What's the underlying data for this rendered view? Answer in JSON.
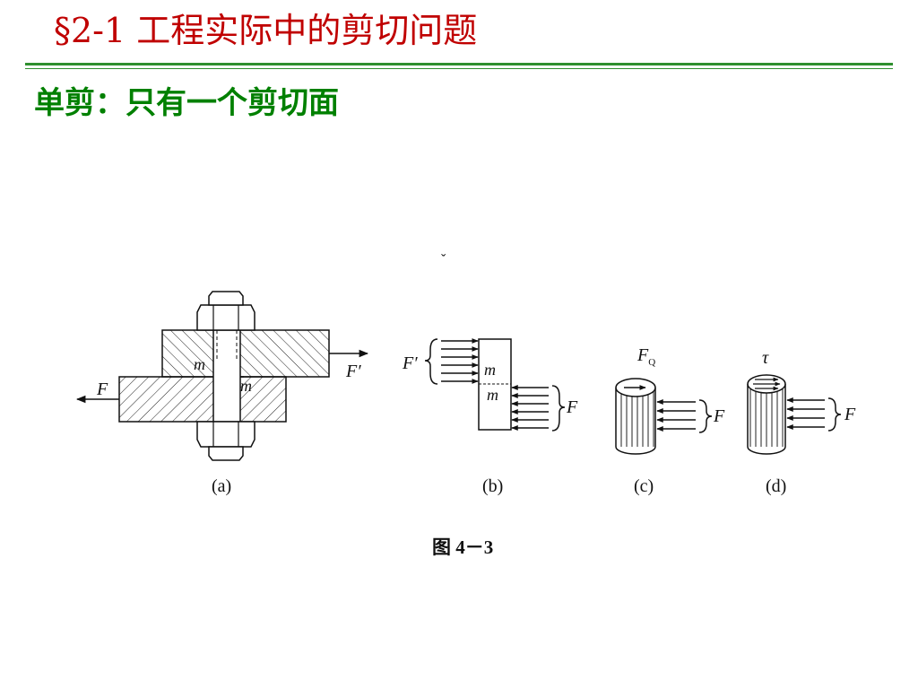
{
  "slide": {
    "title": "§2-1 工程实际中的剪切问题",
    "subtitle": "单剪：只有一个剪切面",
    "colors": {
      "title": "#c00000",
      "subtitle": "#008000",
      "rule": "#2f8f2f"
    }
  },
  "figure": {
    "caption": "图 4－3",
    "stray_mark": "ˇ",
    "panels": {
      "a": {
        "caption": "(a)",
        "force_left": "F",
        "force_right": "F′",
        "plane_upper": "m",
        "plane_lower": "m"
      },
      "b": {
        "caption": "(b)",
        "force_left": "F′",
        "force_right": "F",
        "plane_upper": "m",
        "plane_lower": "m"
      },
      "c": {
        "caption": "(c)",
        "shear_force": "F",
        "shear_force_sub": "Q",
        "force_right": "F"
      },
      "d": {
        "caption": "(d)",
        "shear_stress": "τ",
        "force_right": "F"
      }
    }
  }
}
